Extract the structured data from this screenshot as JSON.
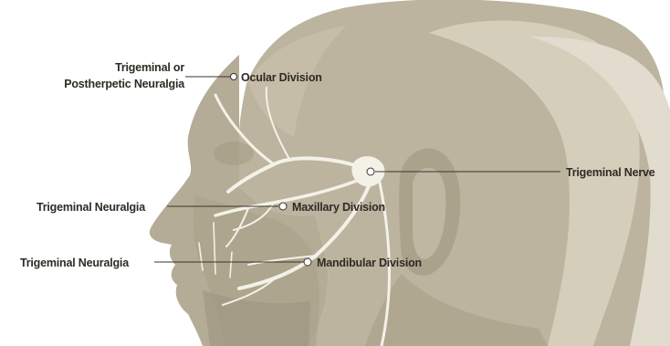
{
  "labels": {
    "left_top_line1": "Trigeminal or",
    "left_top_line2": "Postherpetic Neuralgia",
    "ocular": "Ocular Division",
    "trigeminal_nerve": "Trigeminal Nerve",
    "left_middle": "Trigeminal Neuralgia",
    "maxillary": "Maxillary Division",
    "left_bottom": "Trigeminal Neuralgia",
    "mandibular": "Mandibular Division"
  },
  "colors": {
    "head_main": "#bcb49f",
    "head_dark": "#a29a84",
    "head_light": "#d7d0be",
    "skull_highlight": "#e1dccd",
    "nerve": "#f4f1e8",
    "leader_line": "#3a352b",
    "text": "#2f2b24"
  }
}
